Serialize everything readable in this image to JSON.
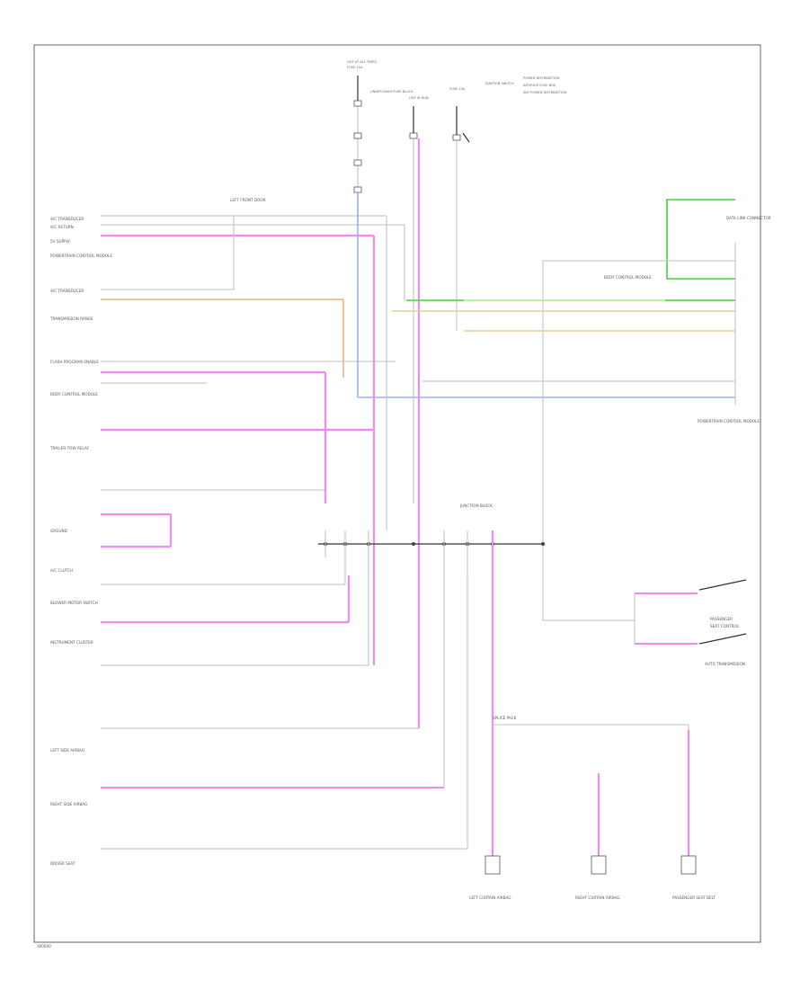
{
  "diagram": {
    "footer_code": "W0000",
    "top_labels": {
      "hot_at_all_times": "HOT AT ALL TIMES",
      "fuse": "FUSE 15A",
      "hot_in_run": "HOT IN RUN",
      "fuse_b": "FUSE 10A",
      "under_dash": "UNDER DASH FUSE BLOCK",
      "ignition": "IGNITION SWITCH",
      "power_dist": "POWER DISTRIBUTION",
      "interior": "INTERIOR FUSE BOX",
      "see_power": "SEE POWER DISTRIBUTION"
    },
    "left_labels": [
      "LEFT FRONT DOOR",
      "A/C TRANSDUCER",
      "A/C RETURN",
      "5V SUPPLY",
      "POWERTRAIN CONTROL MODULE",
      "A/C TRANSDUCER",
      "TRANSMISSION RANGE",
      "FLASH PROGRAM ENABLE",
      "BODY CONTROL MODULE",
      "TRAILER TOW RELAY",
      "GROUND",
      "A/C CLUTCH",
      "BLOWER MOTOR SWITCH",
      "INSTRUMENT CLUSTER",
      "LEFT SIDE AIRBAG",
      "RIGHT SIDE AIRBAG",
      "DRIVER SEAT"
    ],
    "right_labels": [
      "DATA LINK CONNECTOR",
      "BODY CONTROL MODULE",
      "POWERTRAIN CONTROL MODULE",
      "AUTO TRANSMISSION",
      "PASSENGER",
      "SEAT CONTROL"
    ],
    "bottom_labels": [
      "LEFT CURTAIN AIRBAG",
      "RIGHT CURTAIN AIRBAG",
      "PASSENGER SEAT BELT"
    ],
    "center_label": "JUNCTION BLOCK",
    "splice_label": "SPLICE PACK"
  }
}
